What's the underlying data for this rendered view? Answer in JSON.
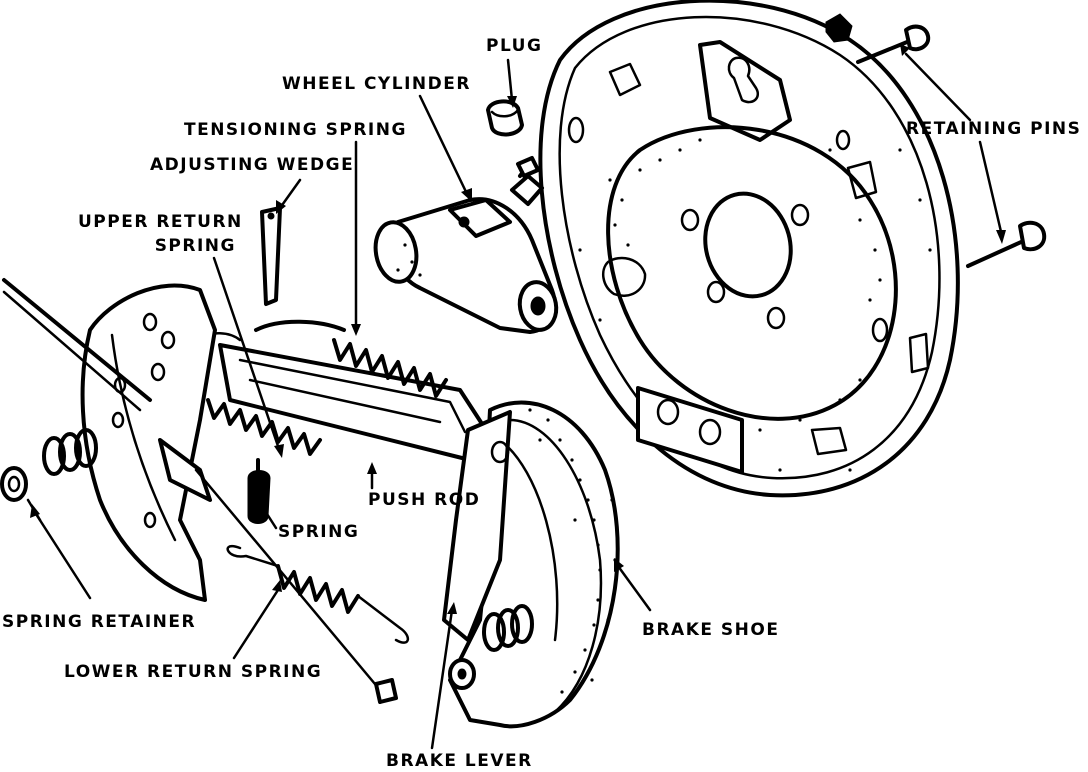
{
  "labels": {
    "plug": "PLUG",
    "wheel_cylinder": "WHEEL CYLINDER",
    "tensioning_spring": "TENSIONING SPRING",
    "adjusting_wedge": "ADJUSTING WEDGE",
    "upper_return_spring_line1": "UPPER RETURN",
    "upper_return_spring_line2": "SPRING",
    "retaining_pins": "RETAINING PINS",
    "push_rod": "PUSH ROD",
    "spring": "SPRING",
    "spring_retainer": "SPRING RETAINER",
    "lower_return_spring": "LOWER RETURN SPRING",
    "brake_shoe": "BRAKE SHOE",
    "brake_lever": "BRAKE LEVER"
  }
}
